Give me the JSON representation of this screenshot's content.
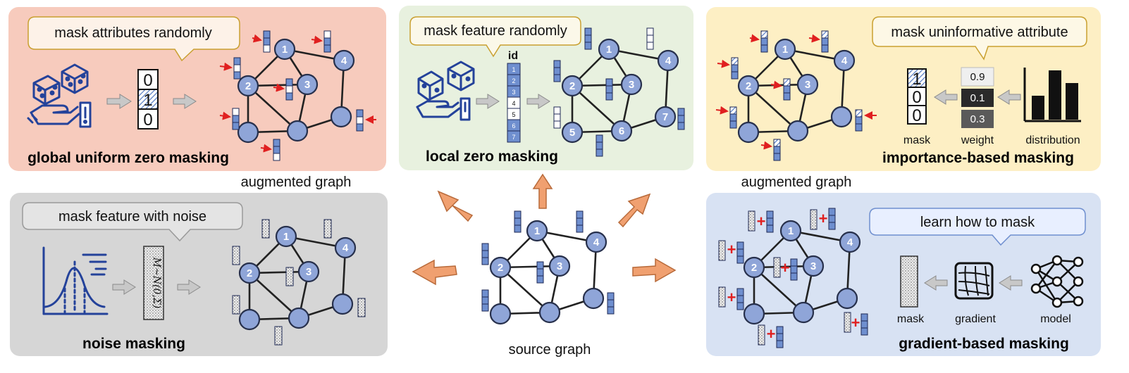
{
  "panels": {
    "global": {
      "title": "global uniform zero masking",
      "bubble": "mask attributes randomly",
      "mask_values": [
        "0",
        "1",
        "0"
      ],
      "bg": "#f7cbbd"
    },
    "local": {
      "title": "local zero masking",
      "bubble": "mask feature randomly",
      "id_header": "id",
      "ids": [
        "1",
        "2",
        "3",
        "4",
        "5",
        "6",
        "7"
      ],
      "bg": "#e8f1df"
    },
    "importance": {
      "title": "importance-based masking",
      "bubble": "mask uninformative attribute",
      "mask_values": [
        "1",
        "0",
        "0"
      ],
      "weights": [
        "0.9",
        "0.1",
        "0.3"
      ],
      "mask_label": "mask",
      "weight_label": "weight",
      "distribution_label": "distribution",
      "bg": "#fdefc4"
    },
    "noise": {
      "title": "noise masking",
      "bubble": "mask feature with noise",
      "noise_formula": "M~N(0,Σ)",
      "bg": "#d6d6d6"
    },
    "gradient": {
      "title": "gradient-based masking",
      "bubble": "learn how to mask",
      "mask_label": "mask",
      "gradient_label": "gradient",
      "model_label": "model",
      "bg": "#d8e2f3"
    }
  },
  "labels": {
    "augmented_left": "augmented graph",
    "augmented_right": "augmented graph",
    "source": "source graph"
  },
  "colors": {
    "node_fill": "#8fa5d8",
    "arrow": "#f0a070",
    "red_arrow": "#e02020",
    "feature_blue": "#6f8fcf"
  },
  "icons": [
    "dice-icon",
    "hand-icon",
    "bell-curve-icon",
    "bar-chart-icon",
    "gradient-grid-icon",
    "neural-network-icon"
  ]
}
